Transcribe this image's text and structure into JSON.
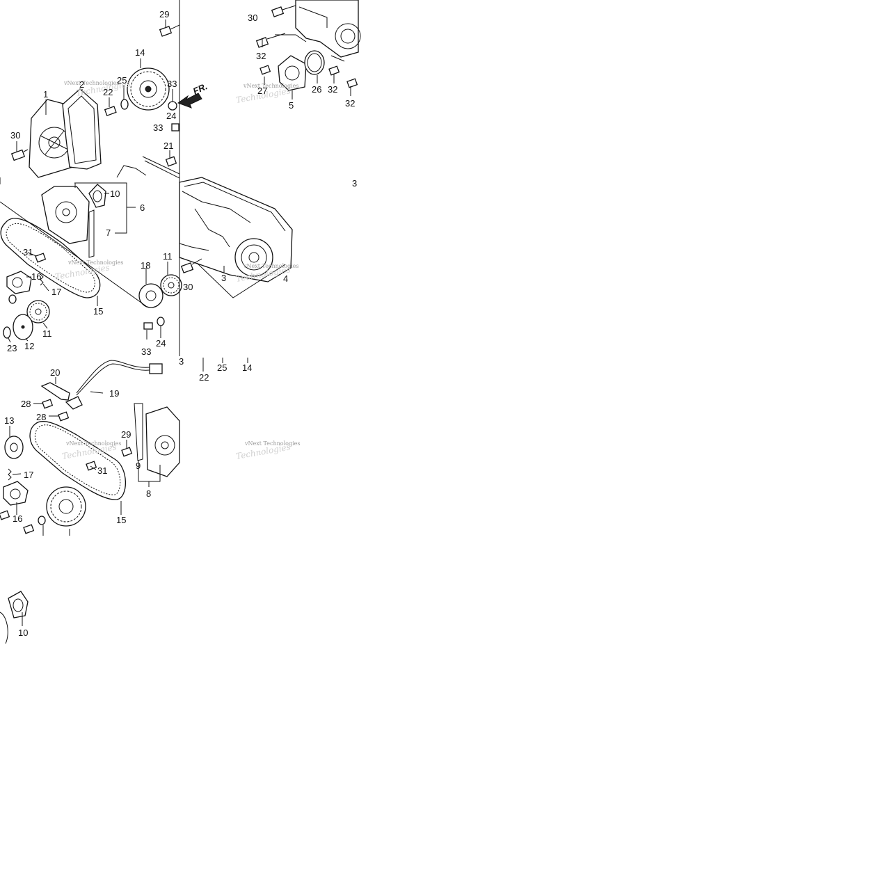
{
  "diagram": {
    "direction_marker": "FR.",
    "watermark": {
      "line1": "vNext Technologies",
      "line2": "Technologies"
    },
    "callouts": [
      {
        "id": "c29a",
        "text": "29"
      },
      {
        "id": "c30a",
        "text": "30"
      },
      {
        "id": "c14a",
        "text": "14"
      },
      {
        "id": "c32a",
        "text": "32"
      },
      {
        "id": "c2",
        "text": "2"
      },
      {
        "id": "c25a",
        "text": "25"
      },
      {
        "id": "c33a",
        "text": "33"
      },
      {
        "id": "c1",
        "text": "1"
      },
      {
        "id": "c22a",
        "text": "22"
      },
      {
        "id": "c27",
        "text": "27"
      },
      {
        "id": "c26",
        "text": "26"
      },
      {
        "id": "c32b",
        "text": "32"
      },
      {
        "id": "c5",
        "text": "5"
      },
      {
        "id": "c32c",
        "text": "32"
      },
      {
        "id": "c24a",
        "text": "24"
      },
      {
        "id": "c33b",
        "text": "33"
      },
      {
        "id": "c30b",
        "text": "30"
      },
      {
        "id": "c21",
        "text": "21"
      },
      {
        "id": "c3a",
        "text": "3"
      },
      {
        "id": "c10a",
        "text": "10"
      },
      {
        "id": "c6",
        "text": "6"
      },
      {
        "id": "c7",
        "text": "7"
      },
      {
        "id": "c31a",
        "text": "31"
      },
      {
        "id": "c18",
        "text": "18"
      },
      {
        "id": "c11a",
        "text": "11"
      },
      {
        "id": "c16a",
        "text": "16"
      },
      {
        "id": "c17a",
        "text": "17"
      },
      {
        "id": "c30c",
        "text": "30"
      },
      {
        "id": "c3b",
        "text": "3"
      },
      {
        "id": "c4",
        "text": "4"
      },
      {
        "id": "c15a",
        "text": "15"
      },
      {
        "id": "c11b",
        "text": "11"
      },
      {
        "id": "c23",
        "text": "23"
      },
      {
        "id": "c12",
        "text": "12"
      },
      {
        "id": "c33c",
        "text": "33"
      },
      {
        "id": "c24b",
        "text": "24"
      },
      {
        "id": "c3c",
        "text": "3"
      },
      {
        "id": "c22b",
        "text": "22"
      },
      {
        "id": "c25b",
        "text": "25"
      },
      {
        "id": "c14b",
        "text": "14"
      },
      {
        "id": "c20",
        "text": "20"
      },
      {
        "id": "c19",
        "text": "19"
      },
      {
        "id": "c28a",
        "text": "28"
      },
      {
        "id": "c28b",
        "text": "28"
      },
      {
        "id": "c13",
        "text": "13"
      },
      {
        "id": "c29b",
        "text": "29"
      },
      {
        "id": "c31b",
        "text": "31"
      },
      {
        "id": "c9",
        "text": "9"
      },
      {
        "id": "c17b",
        "text": "17"
      },
      {
        "id": "c8",
        "text": "8"
      },
      {
        "id": "c16b",
        "text": "16"
      },
      {
        "id": "c15b",
        "text": "15"
      },
      {
        "id": "c10b",
        "text": "10"
      }
    ]
  }
}
